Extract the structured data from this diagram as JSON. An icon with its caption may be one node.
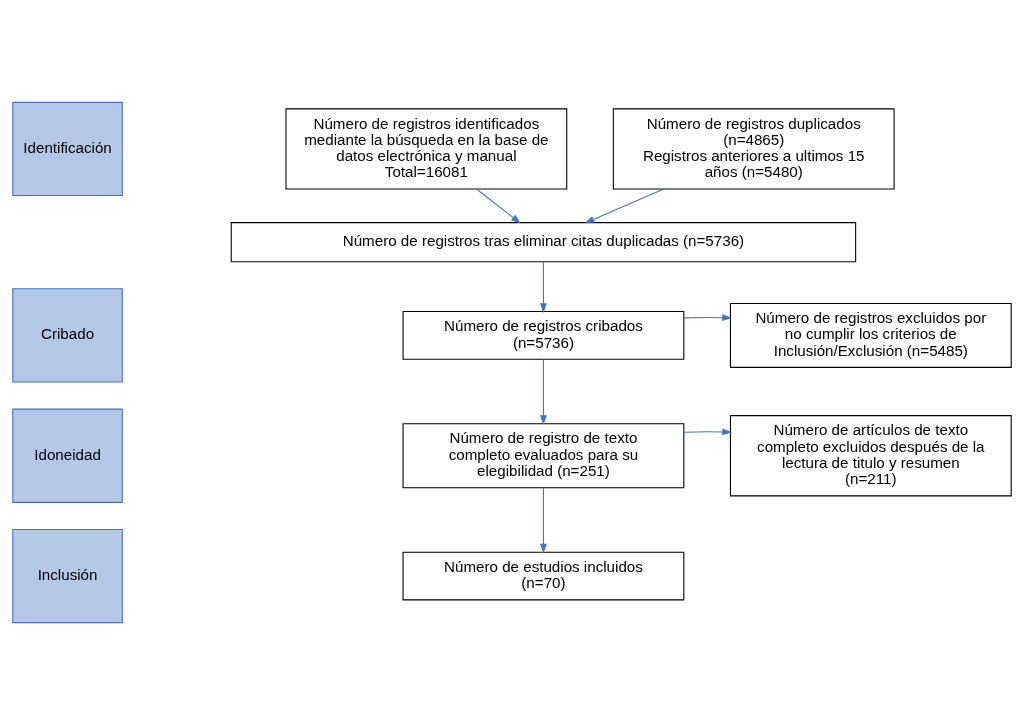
{
  "diagram": {
    "nodes": [
      {
        "text": [
          "Identificación"
        ]
      },
      {
        "text": [
          "Cribado"
        ]
      },
      {
        "text": [
          "Idoneidad"
        ]
      },
      {
        "text": [
          "Inclusión"
        ]
      },
      {
        "text": [
          "Número de registros identificados mediante la búsqueda en la base de datos electrónica y manual",
          "Total=16081"
        ]
      },
      {
        "text": [
          "Número de registros duplicados (n=4865)",
          "Registros anteriores a ultimos 15 años (n=5480)"
        ]
      },
      {
        "text": [
          "Número de registros tras eliminar citas duplicadas (n=5736)"
        ]
      },
      {
        "text": [
          "Número de registros cribados (n=5736)"
        ]
      },
      {
        "text": [
          "Número de registros excluidos por no cumplir los criterios de Inclusión/Exclusión (n=5485)"
        ]
      },
      {
        "text": [
          "Número de registro de texto completo evaluados para su elegibilidad (n=251)"
        ]
      },
      {
        "text": [
          "Número de artículos de texto completo excluidos después de la lectura de titulo y resumen (n=211)"
        ]
      },
      {
        "text": [
          "Número de estudios incluidos (n=70)"
        ]
      }
    ],
    "edges": [
      {
        "from": 4,
        "to": 6,
        "arrow": "to"
      },
      {
        "from": 5,
        "to": 6,
        "arrow": "to"
      },
      {
        "from": 6,
        "to": 7,
        "arrow": "to"
      },
      {
        "from": 7,
        "to": 8,
        "arrow": "to"
      },
      {
        "from": 7,
        "to": 9,
        "arrow": "to"
      },
      {
        "from": 9,
        "to": 10,
        "arrow": "to"
      },
      {
        "from": 9,
        "to": 11,
        "arrow": "to"
      }
    ]
  }
}
